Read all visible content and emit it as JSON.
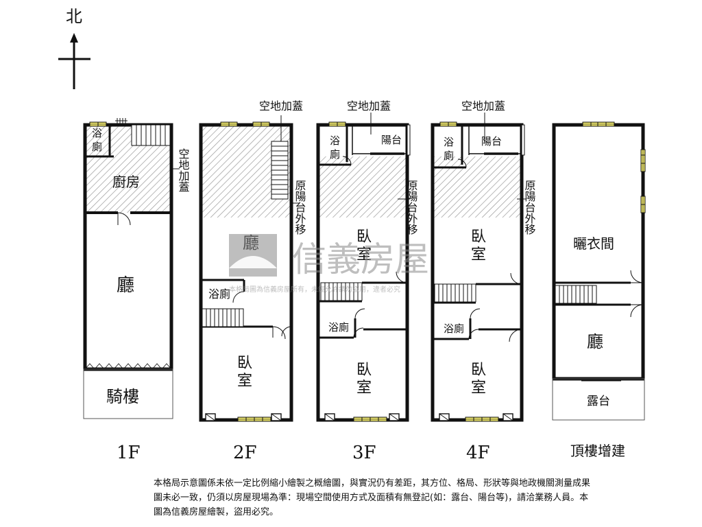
{
  "compass": {
    "label": "北"
  },
  "floors": [
    {
      "label": "1F",
      "rooms": {
        "bath": "浴\n廁",
        "kitchen": "廚房",
        "hall": "廳",
        "arcade": "騎樓"
      },
      "note_vertical": "空地加蓋"
    },
    {
      "label": "2F",
      "top_note": "空地加蓋",
      "side_note": "原陽台外移",
      "rooms": {
        "hall": "廳",
        "bath": "浴廁",
        "bedroom": "臥\n室"
      }
    },
    {
      "label": "3F",
      "top_note": "空地加蓋",
      "side_note": "原陽台外移",
      "rooms": {
        "bath_top": "浴\n廁",
        "balcony": "陽台",
        "bedroom_top": "臥\n室",
        "bath_mid": "浴廁",
        "bedroom": "臥\n室"
      }
    },
    {
      "label": "4F",
      "top_note": "空地加蓋",
      "side_note": "原陽台外移",
      "rooms": {
        "bath_top": "浴\n廁",
        "balcony": "陽台",
        "bedroom_top": "臥\n室",
        "bath_mid": "浴廁",
        "bedroom": "臥\n室"
      }
    },
    {
      "label": "頂樓增建",
      "rooms": {
        "laundry": "曬衣間",
        "hall": "廳",
        "terrace": "露台"
      }
    }
  ],
  "watermark": {
    "brand": "信義房屋",
    "subtext": "本格局圖為信義房屋所有，未經允許請勿盜用，違者必究"
  },
  "disclaimer": "本格局示意圖係未依一定比例縮小繪製之概繪圖，與實況仍有差距，其方位、格局、形狀等與地政機關測量成果圖未必一致，仍須以房屋現場為準：現場空間使用方式及面積有無登記(如：露台、陽台等)，請洽業務人員。本圖為信義房屋繪製，盜用必究。",
  "colors": {
    "wall": "#111111",
    "window": "#e8e16a",
    "hatch": "#9a9a9a",
    "watermark": "#8a8a8a"
  }
}
